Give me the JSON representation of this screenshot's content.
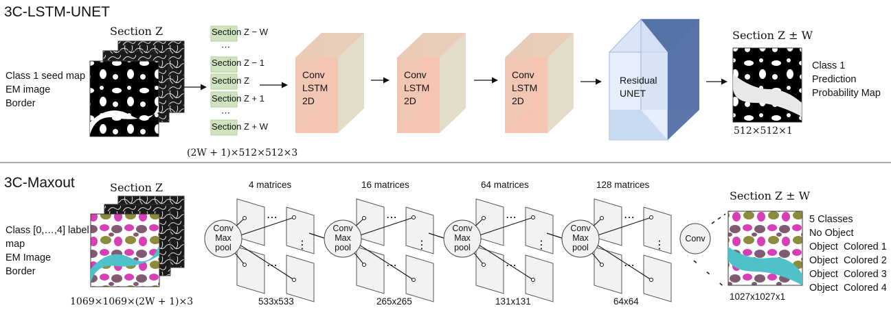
{
  "top": {
    "title": "3C-LSTM-UNET",
    "section_label": "Section Z",
    "inputs": [
      "Class 1 seed map",
      "EM image",
      "Border"
    ],
    "slices": [
      "Section Z − W",
      "⋯",
      "Section Z − 1",
      "Section Z",
      "Section Z + 1",
      "⋯",
      "Section Z + W"
    ],
    "slices_dims": "(2W + 1)×512×512×3",
    "lstm_blocks": [
      {
        "l1": "Conv",
        "l2": "LSTM",
        "l3": "2D"
      },
      {
        "l1": "Conv",
        "l2": "LSTM",
        "l3": "2D"
      },
      {
        "l1": "Conv",
        "l2": "LSTM",
        "l3": "2D"
      }
    ],
    "unet": {
      "l1": "Residual",
      "l2": "UNET"
    },
    "output_section": "Section Z ± W",
    "output_dims": "512×512×1",
    "output_labels": [
      "Class 1",
      "Prediction",
      "Probability Map"
    ]
  },
  "bottom": {
    "title": "3C-Maxout",
    "section_label": "Section Z",
    "inputs": [
      "Class [0,…,4] label",
      "map",
      "EM Image",
      "Border"
    ],
    "input_dims": "1069×1069×(2W + 1)×3",
    "stages": [
      {
        "matrices": "4 matrices",
        "size": "533x533",
        "c1": "Conv",
        "c2": "Max",
        "c3": "pool"
      },
      {
        "matrices": "16 matrices",
        "size": "265x265",
        "c1": "Conv",
        "c2": "Max",
        "c3": "pool"
      },
      {
        "matrices": "64 matrices",
        "size": "131x131",
        "c1": "Conv",
        "c2": "Max",
        "c3": "pool"
      },
      {
        "matrices": "128 matrices",
        "size": "64x64",
        "c1": "Conv",
        "c2": "Max",
        "c3": "pool"
      }
    ],
    "final_conv": "Conv",
    "output_section": "Section Z ± W",
    "output_dims": "1027x1027x1",
    "classes": [
      "5 Classes",
      "No Object",
      "Object  Colored 1",
      "Object  Colored 2",
      "Object  Colored 3",
      "Object  Colored 4"
    ]
  },
  "colors": {
    "cube_front": "#f4c2ae",
    "cube_side": "#e5dcc9",
    "unet_dark": "#3f5f9a",
    "unet_light": "#cfdcf3",
    "slice_green": "#cfe3bf",
    "em_cyan": "#4fc2c9",
    "em_magenta": "#d63fb5",
    "em_olive": "#8c8a3c",
    "em_mauve": "#7e5b73"
  }
}
